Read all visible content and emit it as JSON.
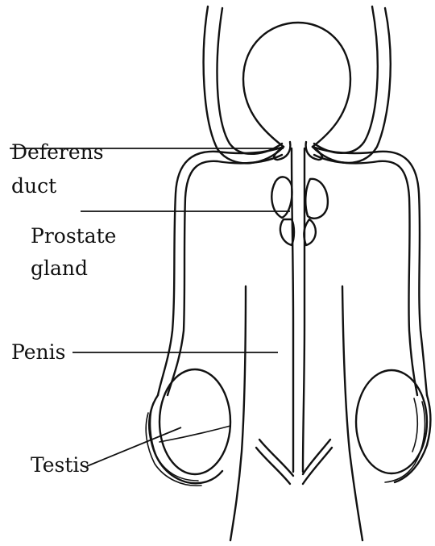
{
  "labels": {
    "deferens_duct_line1": "Deferens",
    "deferens_duct_line2": "duct",
    "prostate_gland_line1": "Prostate",
    "prostate_gland_line2": "gland",
    "penis": "Penis",
    "testis": "Testis"
  }
}
